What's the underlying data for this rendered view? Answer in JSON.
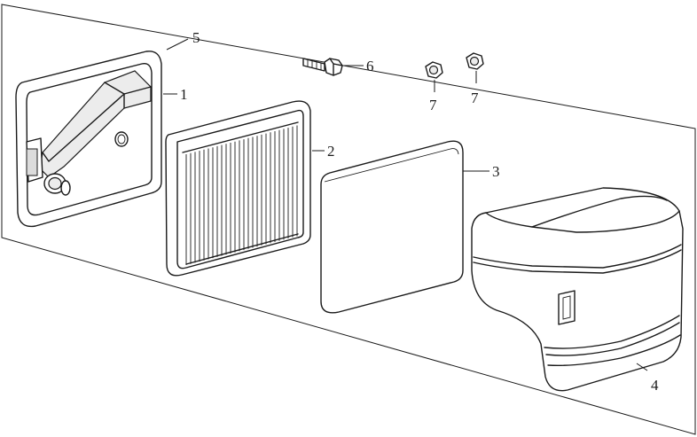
{
  "callouts": [
    {
      "id": "1",
      "text": "1"
    },
    {
      "id": "2",
      "text": "2"
    },
    {
      "id": "3",
      "text": "3"
    },
    {
      "id": "4",
      "text": "4"
    },
    {
      "id": "5",
      "text": "5"
    },
    {
      "id": "6",
      "text": "6"
    },
    {
      "id": "7a",
      "text": "7"
    },
    {
      "id": "7b",
      "text": "7"
    }
  ]
}
